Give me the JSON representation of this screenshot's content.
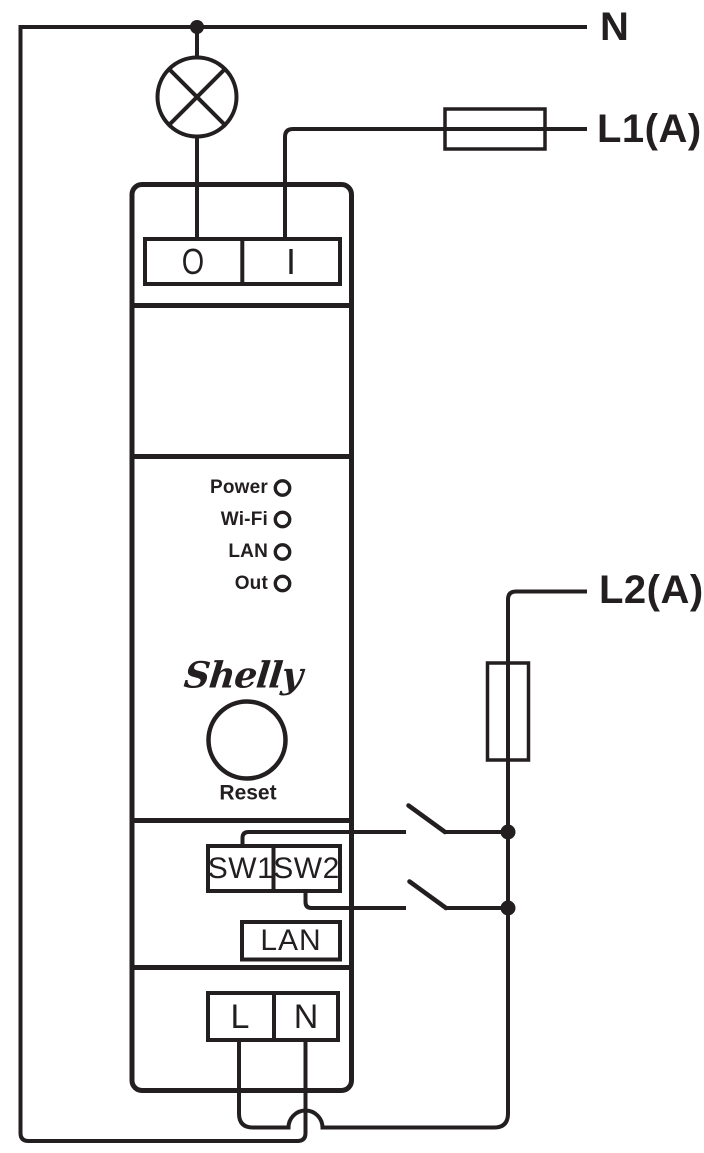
{
  "colors": {
    "ink": "#231f20",
    "paper": "#ffffff"
  },
  "power_labels": {
    "neutral": "N",
    "line1": "L1(A)",
    "line2": "L2(A)"
  },
  "device": {
    "brand_logo": "Shelly",
    "output_terminal": "O",
    "input_terminal": "I",
    "leds": [
      {
        "label": "Power"
      },
      {
        "label": "Wi-Fi"
      },
      {
        "label": "LAN"
      },
      {
        "label": "Out"
      }
    ],
    "reset_label": "Reset",
    "switch_terminals": {
      "sw1": "SW1",
      "sw2": "SW2"
    },
    "lan_terminal": "LAN",
    "live_terminal": "L",
    "neutral_terminal": "N"
  }
}
